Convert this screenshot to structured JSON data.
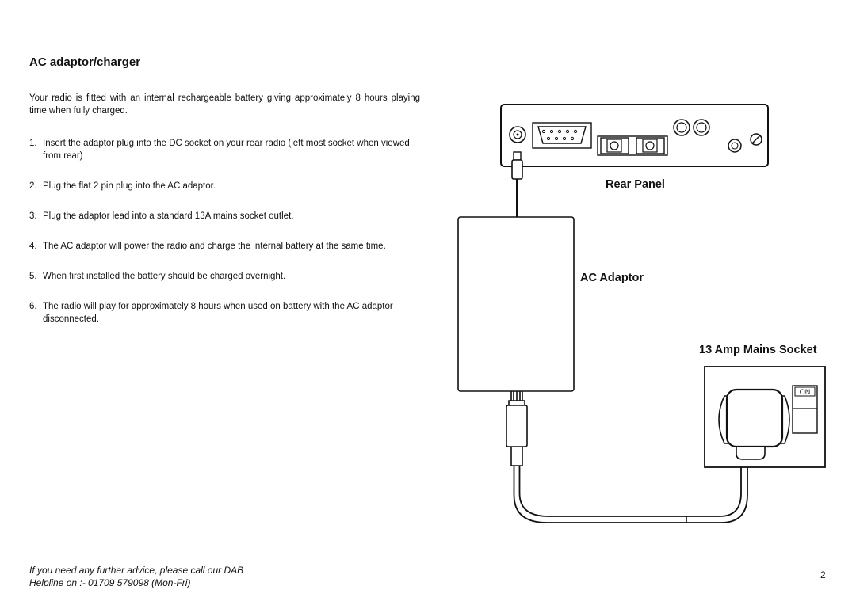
{
  "section": {
    "title": "AC adaptor/charger",
    "intro": "Your radio is fitted with an internal rechargeable  battery giving approximately 8 hours playing time when fully charged.",
    "steps": [
      {
        "num": "1.",
        "text": "Insert the adaptor plug into the DC socket  on your rear radio  (left most socket when viewed  from  rear)"
      },
      {
        "num": "2.",
        "text": "Plug the flat 2 pin plug into the AC adaptor."
      },
      {
        "num": "3.",
        "text": "Plug the adaptor lead  into a standard 13A mains socket outlet."
      },
      {
        "num": "4.",
        "text": "The AC adaptor will power the radio and charge the internal battery at the same time."
      },
      {
        "num": "5.",
        "text": "When first installed the battery should be charged overnight."
      },
      {
        "num": "6.",
        "text": "The radio will play for approximately 8 hours when used on battery with the AC adaptor disconnected."
      }
    ]
  },
  "diagram": {
    "rear_panel_label": "Rear Panel",
    "ac_adaptor_label": "AC Adaptor",
    "mains_socket_label": "13 Amp Mains Socket",
    "switch_label": "ON"
  },
  "footer": {
    "line1": "If you need any further advice, please call our DAB",
    "line2": "Helpline on :- 01709  579098  (Mon-Fri)"
  },
  "page_number": "2"
}
